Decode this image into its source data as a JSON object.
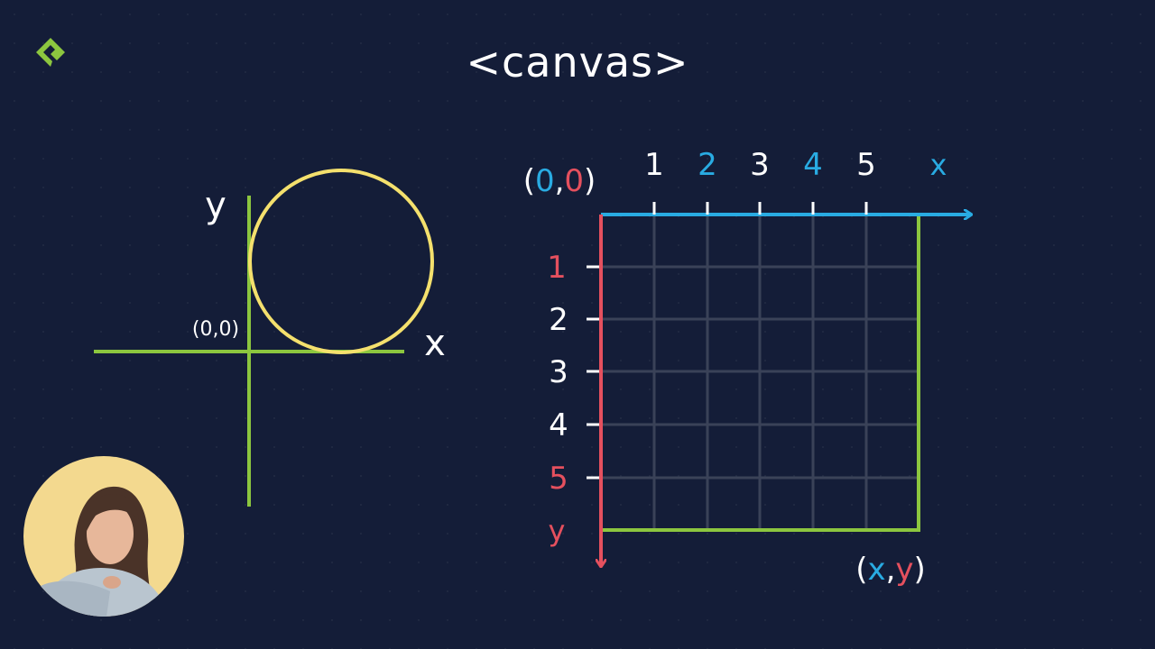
{
  "title": "<canvas>",
  "colors": {
    "background": "#141d38",
    "green": "#8cc63f",
    "yellow": "#f4e06d",
    "blue": "#29abe2",
    "red": "#e5505e",
    "grid": "#3a4258",
    "white": "#ffffff"
  },
  "icons": [
    "logo-icon",
    "presenter-webcam"
  ],
  "cartesian": {
    "origin_label": "(0,0)",
    "x_label": "x",
    "y_label": "y"
  },
  "canvas_grid": {
    "origin": {
      "open": "(",
      "x": "0",
      "comma": ",",
      "y": "0",
      "close": ")"
    },
    "x_ticks": [
      {
        "label": "1",
        "color": "white"
      },
      {
        "label": "2",
        "color": "blue"
      },
      {
        "label": "3",
        "color": "white"
      },
      {
        "label": "4",
        "color": "blue"
      },
      {
        "label": "5",
        "color": "white"
      }
    ],
    "y_ticks": [
      {
        "label": "1",
        "color": "red"
      },
      {
        "label": "2",
        "color": "white"
      },
      {
        "label": "3",
        "color": "white"
      },
      {
        "label": "4",
        "color": "white"
      },
      {
        "label": "5",
        "color": "red"
      }
    ],
    "x_axis_label": "x",
    "y_axis_label": "y",
    "corner": {
      "open": "(",
      "x": "x",
      "comma": ",",
      "y": "y",
      "close": ")"
    }
  }
}
